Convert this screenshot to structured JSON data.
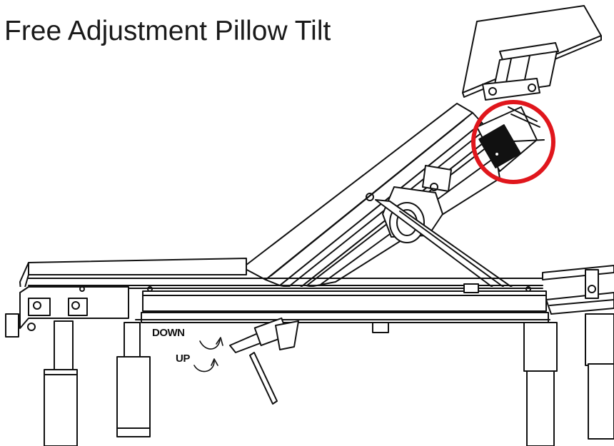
{
  "title": "Free Adjustment Pillow Tilt",
  "labels": {
    "down": "DOWN",
    "up": "UP"
  },
  "colors": {
    "highlight_circle": "#e0161c",
    "line": "#111111",
    "background": "#ffffff"
  }
}
